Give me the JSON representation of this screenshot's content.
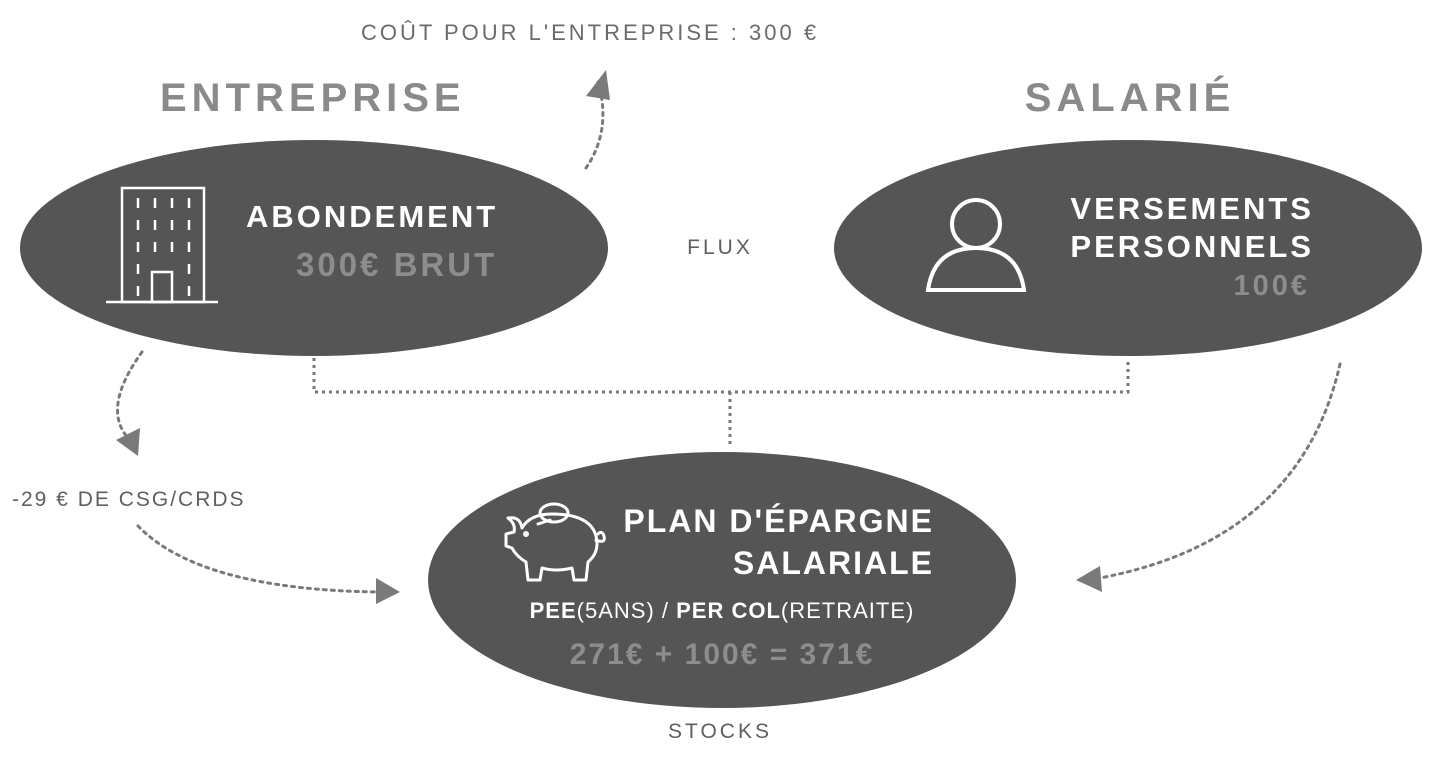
{
  "labels": {
    "cost": "COÛT POUR L'ENTREPRISE : 300 €",
    "entreprise": "ENTREPRISE",
    "salarie": "SALARIÉ",
    "flux": "FLUX",
    "stocks": "STOCKS",
    "csg": "-29 € DE CSG/CRDS"
  },
  "abondement": {
    "title": "ABONDEMENT",
    "amount": "300€ BRUT",
    "icon": "office-building-icon"
  },
  "versements": {
    "title_line1": "VERSEMENTS",
    "title_line2": "PERSONNELS",
    "amount": "100€",
    "icon": "person-icon"
  },
  "plan": {
    "title_line1": "PLAN D'ÉPARGNE",
    "title_line2": "SALARIALE",
    "sub_pee": "PEE",
    "sub_pee_detail": "(5ANS)",
    "sub_sep": " / ",
    "sub_per": "PER COL",
    "sub_per_detail": "(RETRAITE)",
    "calc": "271€ + 100€ = 371€",
    "icon": "piggy-bank-icon"
  },
  "colors": {
    "ellipse": "#555555",
    "muted_text": "#8d8d8d",
    "connector": "#777777",
    "arrow": "#7a7a7a"
  }
}
